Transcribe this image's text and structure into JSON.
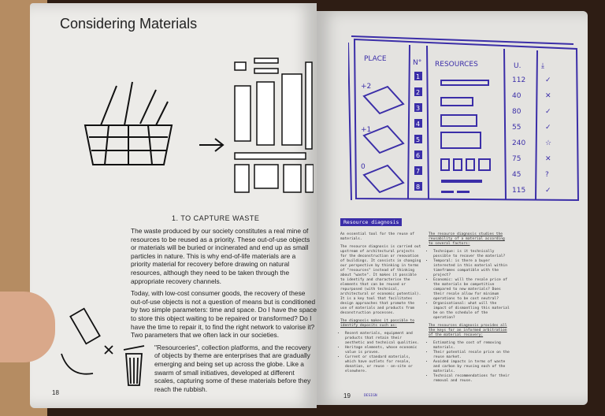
{
  "left_page": {
    "title": "Considering Materials",
    "section_heading": "1. TO CAPTURE WASTE",
    "paragraphs": [
      "The waste produced by our society constitutes a real mine of resources to be reused as a priority. These out-of-use objects or materials will be buried or incinerated and end up as small particles in nature. This is why end-of-life materials are a priority material for recovery before drawing on natural resources, although they need to be taken through the appropriate recovery channels.",
      "Today, with low-cost consumer goods, the recovery of these out-of-use objects is not a question of means but is conditioned by two simple parameters: time and space. Do I have the space to store this object waiting to be repaired or transformed? Do I have the time to repair it, to find the right network to valorise it? Two parameters that we often lack in our societies.",
      "\"Resourceries\", collection platforms, and the recovery of objects by theme are enterprises that are gradually emerging and being set up across the globe. Like a swarm of small initiatives, developed at different scales, capturing some of these materials before they reach the rubbish."
    ],
    "page_number": "18"
  },
  "right_page": {
    "sketch": {
      "headers": [
        "PLACE",
        "N°",
        "RESOURCES",
        "U."
      ],
      "floors": [
        "+2",
        "+1",
        "0"
      ],
      "numbers": [
        "1",
        "2",
        "3",
        "4",
        "5",
        "6",
        "7",
        "8"
      ],
      "units": [
        "112",
        "40",
        "80",
        "55",
        "240",
        "75",
        "45",
        "115"
      ],
      "status": [
        "✓",
        "✕",
        "✓",
        "✓",
        "☆",
        "✕",
        "?",
        "✓"
      ]
    },
    "badge": "Resource diagnosis",
    "col1": {
      "intro": "An essential tool for the reuse of materials.",
      "body": "The resource diagnosis is carried out upstream of architectural projects for the deconstruction or renovation of buildings. It consists in changing our perspective by thinking in terms of \"resources\" instead of thinking about \"waste\". It makes it possible to identify and characterise the elements that can be reused or repurposed (with technical, architectural or economic potential). It is a key tool that facilitates design approaches that promote the use of materials and products from deconstruction processes.",
      "lead": "The diagnosis makes it possible to identify deposits such as:",
      "bullets": [
        "Recent materials, equipment and products that retain their aesthetic and technical qualities.",
        "Heritage elements, whose economic value is proven.",
        "Current or standard materials, which have outlets for resale, donation, or reuse - on-site or elsewhere."
      ]
    },
    "col2": {
      "lead": "The resource diagnosis studies the reusability of a material according to several factors:",
      "bullets": [
        "Technique: is it technically possible to recover the material?",
        "Temporal: is there a buyer interested in this material within timeframes compatible with the project?",
        "Economic: will the resale price of the materials be competitive compared to new materials? Does their resale allow for minimum operations to be cost neutral?",
        "Organisational: what will the impact of dismantling this material be on the schedule of the operation?"
      ],
      "lead2": "The resources diagnosis provides all the keys for an informed arbitration of the material recovery:",
      "bullets2": [
        "Estimating the cost of removing materials.",
        "Their potential resale price on the reuse market.",
        "Avoided impacts in terms of waste and carbon by reusing each of the materials.",
        "Technical recommendations for their removal and reuse."
      ]
    },
    "page_number": "19",
    "running_head": "DESIGN"
  },
  "colors": {
    "ink": "#3b2ea8",
    "paper": "#ecebe8",
    "background": "#2e1d14"
  }
}
